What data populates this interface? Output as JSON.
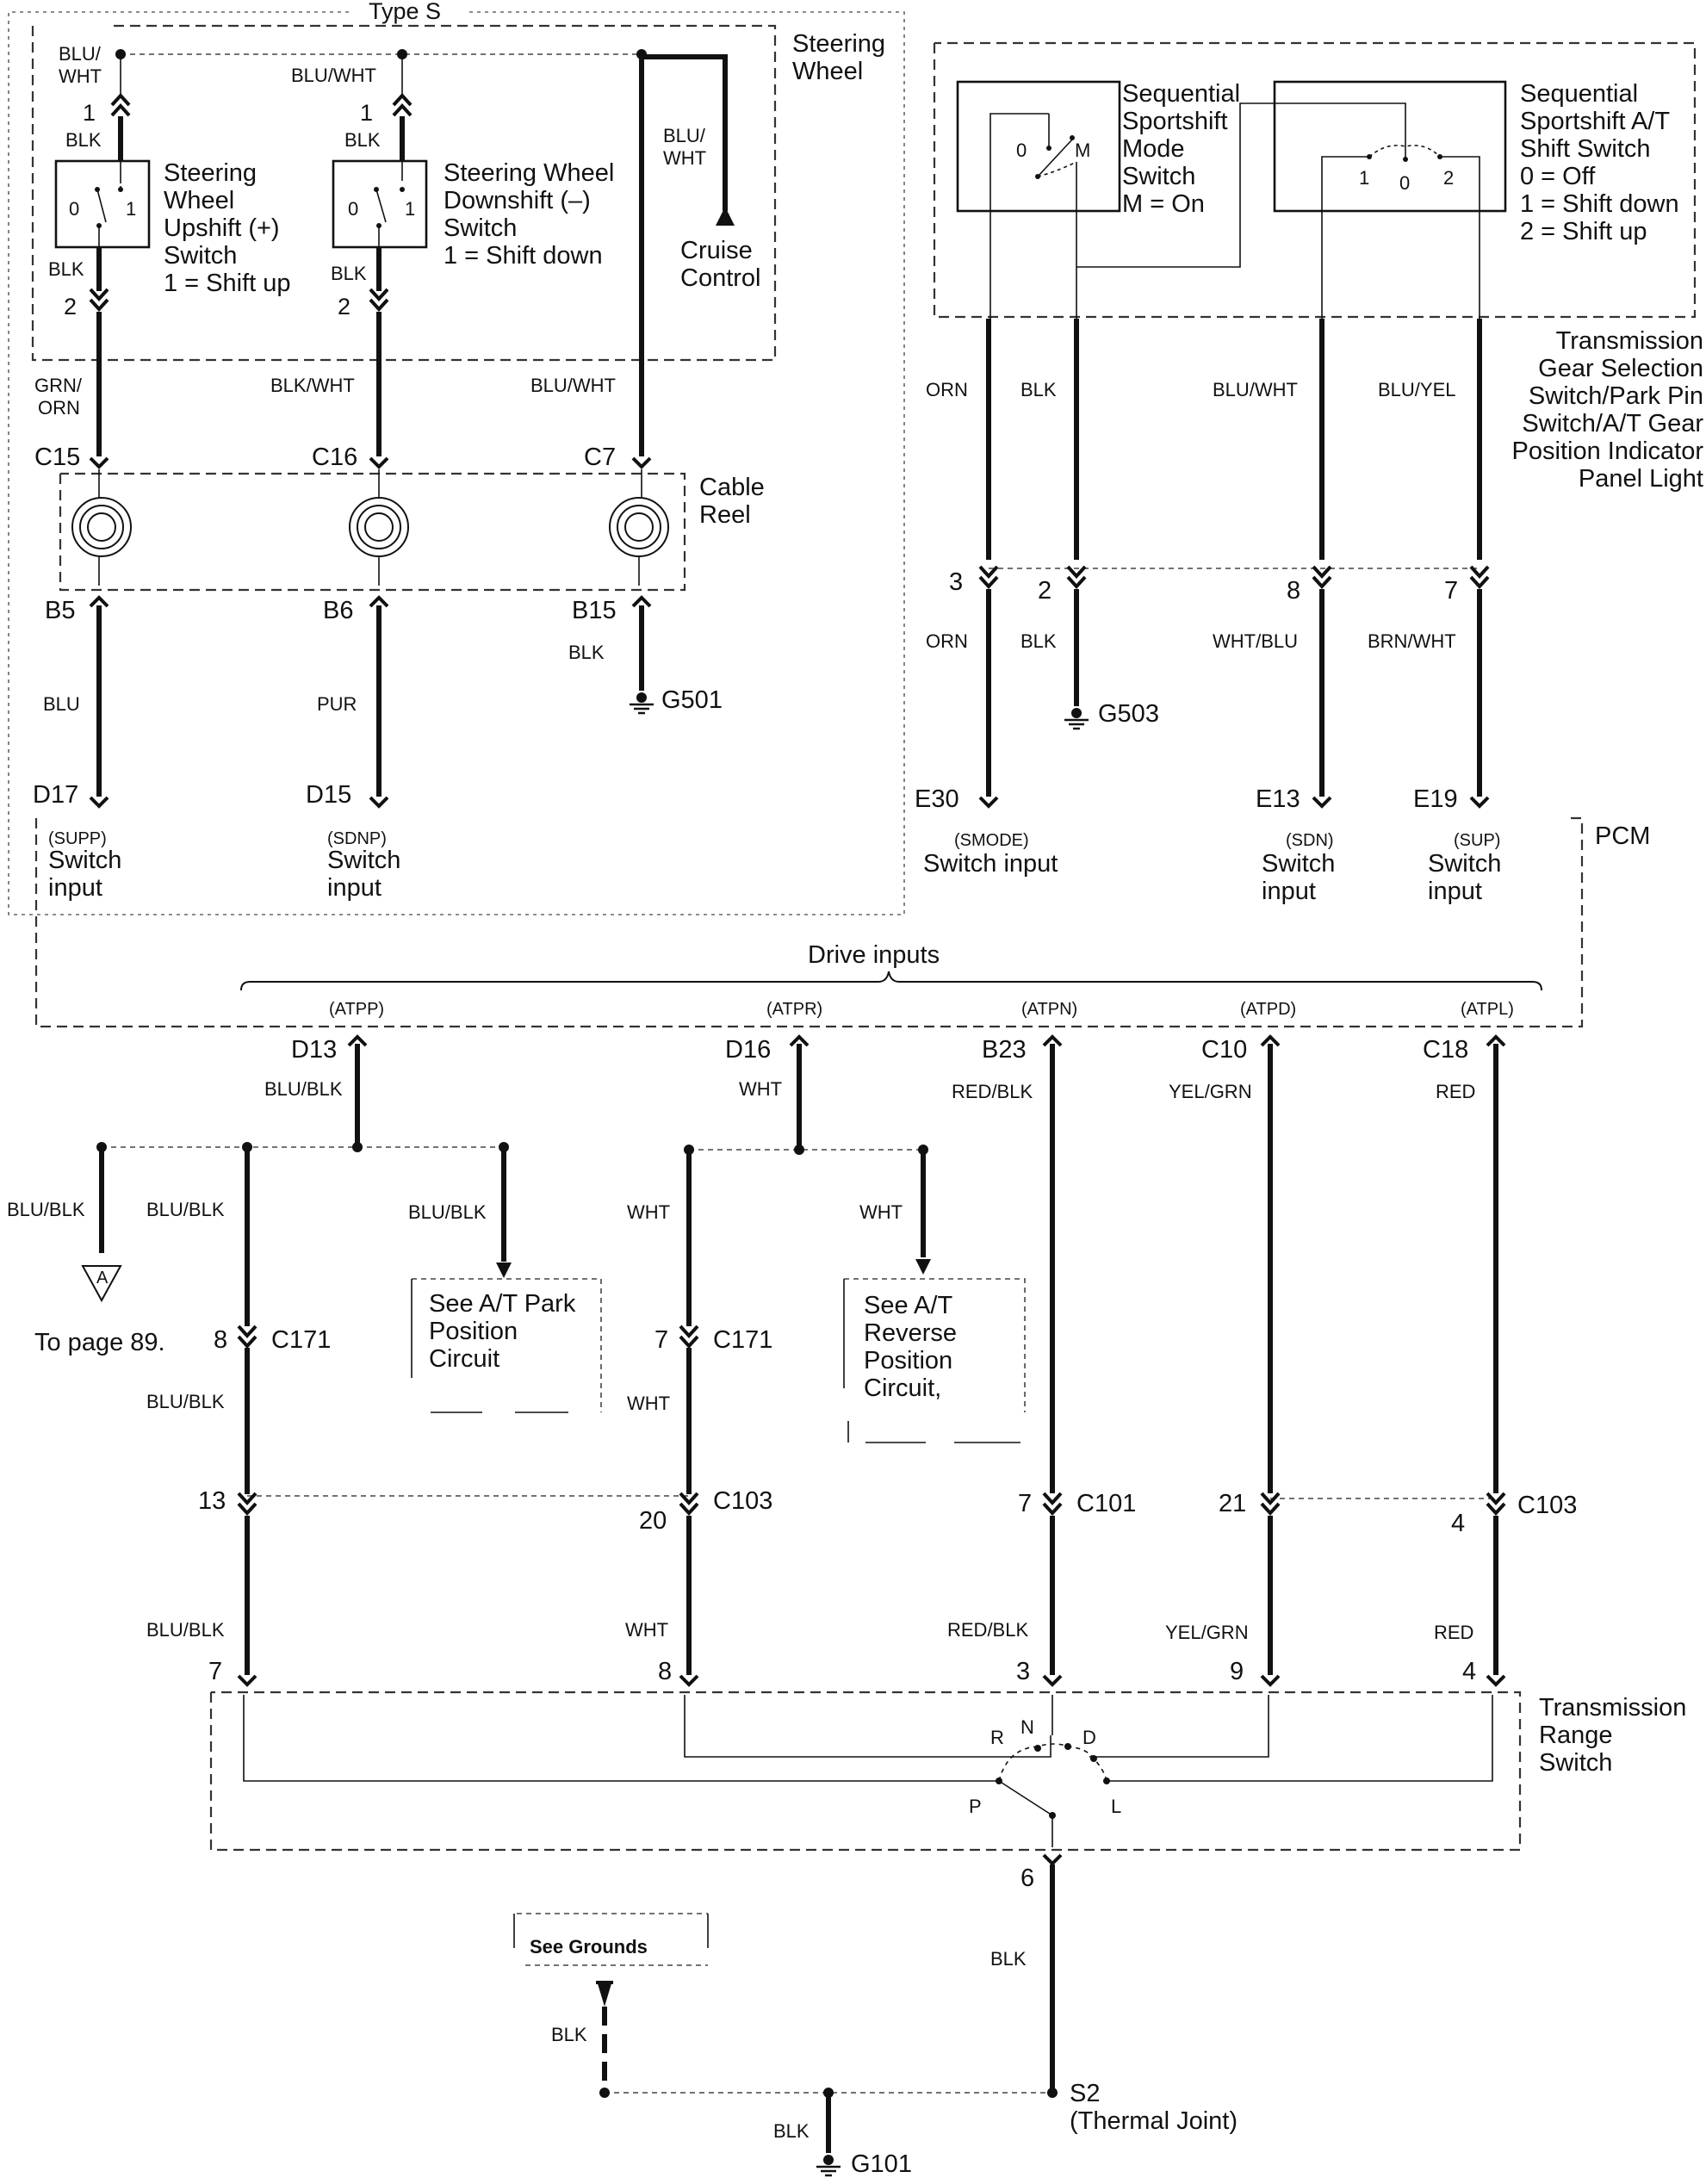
{
  "groups": {
    "type_s": "Type S",
    "steering_wheel": [
      "Steering",
      "Wheel"
    ],
    "cable_reel": [
      "Cable",
      "Reel"
    ],
    "pcm": "PCM",
    "trans_gear": [
      "Transmission",
      "Gear Selection",
      "Switch/Park Pin",
      "Switch/A/T Gear",
      "Position Indicator",
      "Panel Light"
    ],
    "range_switch": [
      "Transmission",
      "Range",
      "Switch"
    ],
    "drive_inputs": "Drive inputs"
  },
  "components": {
    "upshift": [
      "Steering",
      "Wheel",
      "Upshift (+)",
      "Switch",
      "1 = Shift up"
    ],
    "downshift": [
      "Steering Wheel",
      "Downshift (–)",
      "Switch",
      "1 = Shift down"
    ],
    "cruise": [
      "Cruise",
      "Control"
    ],
    "mode_switch": [
      "Sequential",
      "Sportshift",
      "Mode",
      "Switch",
      "M = On"
    ],
    "at_switch": [
      "Sequential",
      "Sportshift A/T",
      "Shift Switch",
      "0 = Off",
      "1 = Shift down",
      "2 = Shift up"
    ],
    "see_park": [
      "See A/T Park",
      "Position",
      "Circuit"
    ],
    "see_reverse": [
      "See A/T",
      "Reverse",
      "Position",
      "Circuit,"
    ],
    "see_grounds": "See Grounds",
    "to_page": "To page 89.",
    "offpage_a": "A",
    "s2": [
      "S2",
      "(Thermal Joint)"
    ]
  },
  "wire_colors": {
    "blu_wht_split": [
      "BLU/",
      "WHT"
    ],
    "blu_wht": "BLU/WHT",
    "blk": "BLK",
    "grn_orn": [
      "GRN/",
      "ORN"
    ],
    "blk_wht": "BLK/WHT",
    "blu": "BLU",
    "pur": "PUR",
    "orn": "ORN",
    "blu_yel": "BLU/YEL",
    "wht_blu": "WHT/BLU",
    "brn_wht": "BRN/WHT",
    "blu_blk": "BLU/BLK",
    "wht": "WHT",
    "red_blk": "RED/BLK",
    "yel_grn": "YEL/GRN",
    "red": "RED"
  },
  "connectors": {
    "c15": "C15",
    "c16": "C16",
    "c7": "C7",
    "b5": "B5",
    "b6": "B6",
    "b15": "B15",
    "d17": "D17",
    "d15": "D15",
    "e30": "E30",
    "e13": "E13",
    "e19": "E19",
    "d13": "D13",
    "d16": "D16",
    "b23": "B23",
    "c10": "C10",
    "c18": "C18",
    "c171": "C171",
    "c103": "C103",
    "c101": "C101",
    "g501": "G501",
    "g503": "G503",
    "g101": "G101"
  },
  "pins": {
    "p1": "1",
    "p2": "2",
    "p3": "3",
    "p4": "4",
    "p6": "6",
    "p7": "7",
    "p8": "8",
    "p9": "9",
    "p13": "13",
    "p20": "20",
    "p21": "21",
    "p0": "0"
  },
  "switch_marks": {
    "m": "M",
    "r": "R",
    "n": "N",
    "d": "D",
    "p": "P",
    "l": "L"
  },
  "pcm_inputs": {
    "supp": "(SUPP)",
    "sdnp": "(SDNP)",
    "smode": "(SMODE)",
    "sdn": "(SDN)",
    "sup": "(SUP)",
    "switch": "Switch",
    "input": "input",
    "switch_input": "Switch input",
    "atpp": "(ATPP)",
    "atpr": "(ATPR)",
    "atpn": "(ATPN)",
    "atpd": "(ATPD)",
    "atpl": "(ATPL)"
  }
}
